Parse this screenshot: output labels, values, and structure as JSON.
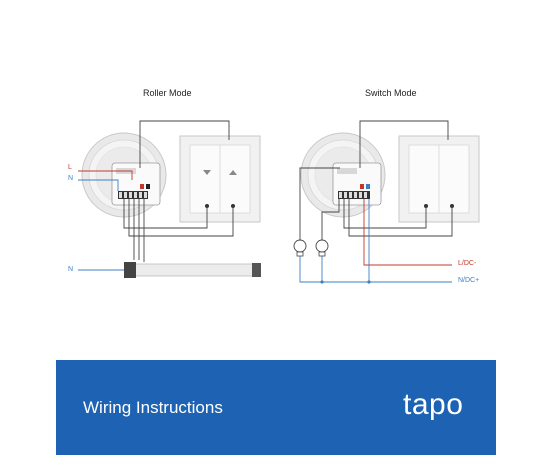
{
  "modes": {
    "roller_title": "Roller Mode",
    "switch_title": "Switch Mode"
  },
  "labels": {
    "live": "L",
    "neutral": "N",
    "neutral_motor": "N",
    "l_dc_minus": "L/DC-",
    "n_dc_plus": "N/DC+"
  },
  "footer": {
    "title": "Wiring Instructions",
    "brand": "tapo"
  },
  "colors": {
    "banner": "#1e63b3",
    "live_wire": "#c0392b",
    "neutral_wire": "#3f7fc4"
  }
}
